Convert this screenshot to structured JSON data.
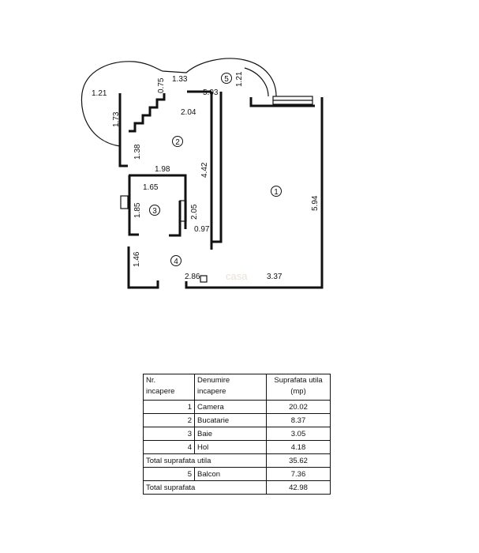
{
  "plan": {
    "rooms": [
      {
        "id": "1"
      },
      {
        "id": "2"
      },
      {
        "id": "3"
      },
      {
        "id": "4"
      },
      {
        "id": "5"
      }
    ],
    "dims": {
      "d_1_21_left": "1.21",
      "d_0_75": "0.75",
      "d_1_33": "1.33",
      "d_1_21_right": "1.21",
      "d_5_03": "5.03",
      "d_2_04": "2.04",
      "d_1_73": "1.73",
      "d_1_38": "1.38",
      "d_1_98": "1.98",
      "d_4_42": "4.42",
      "d_5_94": "5.94",
      "d_1_65": "1.65",
      "d_1_85": "1.85",
      "d_2_05": "2.05",
      "d_0_97": "0.97",
      "d_1_46": "1.46",
      "d_2_86": "2.86",
      "d_3_37": "3.37"
    },
    "watermark": "casa"
  },
  "table": {
    "header": {
      "nr_line1": "Nr.",
      "nr_line2": "incapere",
      "name_line1": "Denumire",
      "name_line2": "incapere",
      "area_line1": "Suprafata utila",
      "area_line2": "(mp)"
    },
    "rows": [
      {
        "nr": "1",
        "name": "Camera",
        "area": "20.02"
      },
      {
        "nr": "2",
        "name": "Bucatarie",
        "area": "8.37"
      },
      {
        "nr": "3",
        "name": "Baie",
        "area": "3.05"
      },
      {
        "nr": "4",
        "name": "Hol",
        "area": "4.18"
      }
    ],
    "total_useful_label": "Total suprafata utila",
    "total_useful_value": "35.62",
    "balcony": {
      "nr": "5",
      "name": "Balcon",
      "area": "7.36"
    },
    "total_label": "Total suprafata",
    "total_value": "42.98"
  }
}
